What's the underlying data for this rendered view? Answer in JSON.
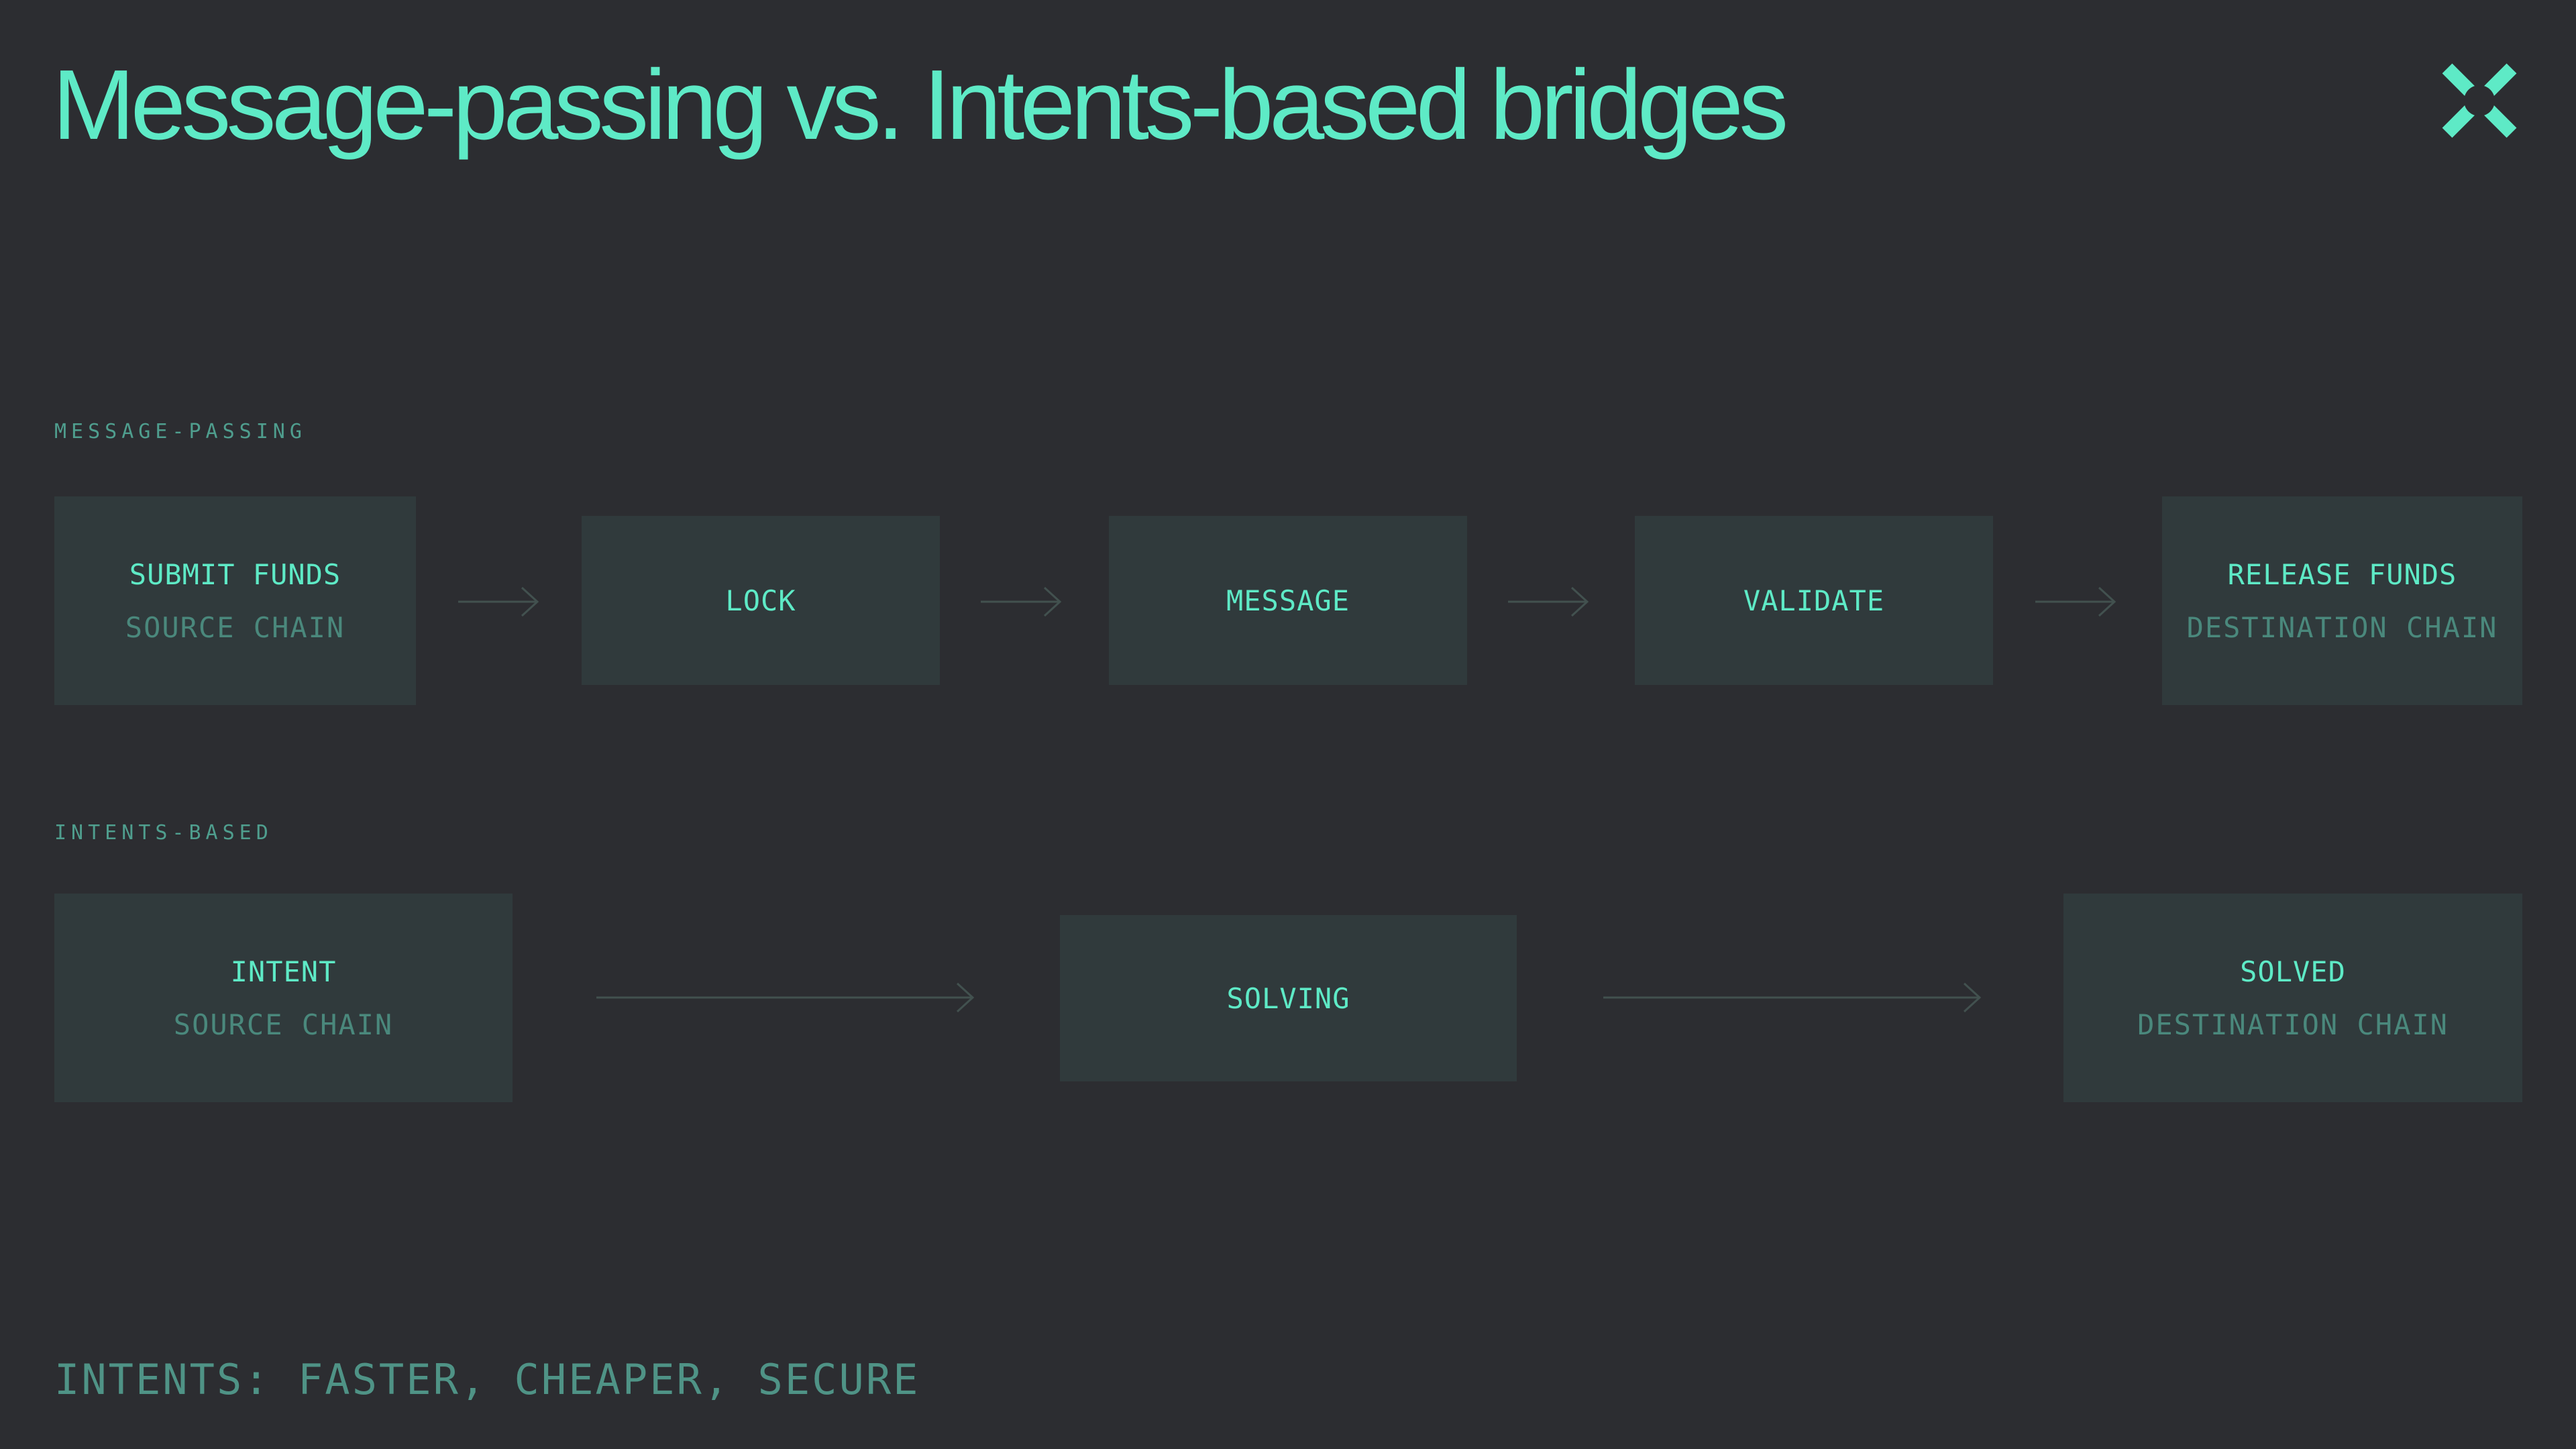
{
  "header": {
    "title": "Message-passing vs. Intents-based bridges",
    "logo_icon": "x-mark-logo"
  },
  "flows": [
    {
      "label": "MESSAGE-PASSING",
      "steps": [
        {
          "title": "SUBMIT FUNDS",
          "subtitle": "SOURCE CHAIN"
        },
        {
          "title": "LOCK"
        },
        {
          "title": "MESSAGE"
        },
        {
          "title": "VALIDATE"
        },
        {
          "title": "RELEASE FUNDS",
          "subtitle": "DESTINATION CHAIN"
        }
      ]
    },
    {
      "label": "INTENTS-BASED",
      "steps": [
        {
          "title": "INTENT",
          "subtitle": "SOURCE CHAIN"
        },
        {
          "title": "SOLVING"
        },
        {
          "title": "SOLVED",
          "subtitle": "DESTINATION CHAIN"
        }
      ]
    }
  ],
  "footer": {
    "tagline": "INTENTS: FASTER, CHEAPER, SECURE"
  },
  "colors": {
    "background": "#2c2d31",
    "box_background": "#303a3c",
    "accent_bright": "#5eeac6",
    "accent_muted": "#4f9e8e",
    "secondary_text": "#4a887c",
    "arrow": "#42514f",
    "tagline": "#4f9386"
  }
}
